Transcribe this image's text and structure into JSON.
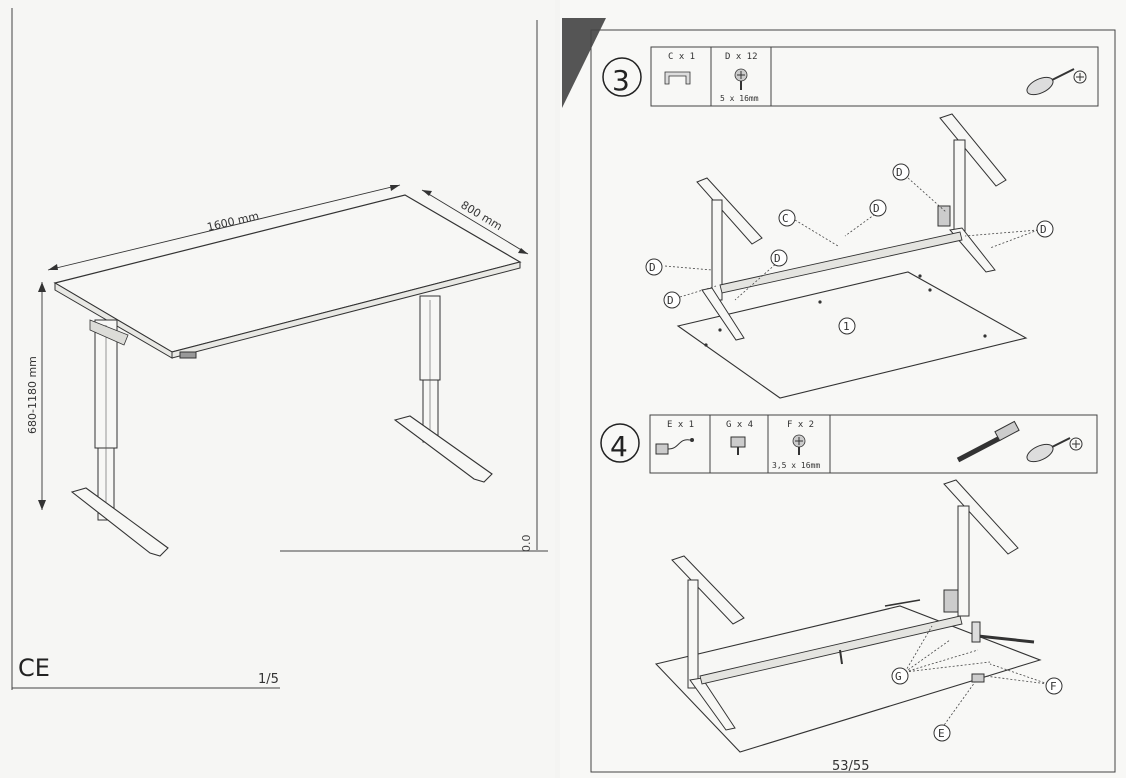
{
  "left_page": {
    "dims": {
      "width": "1600 mm",
      "depth": "800 mm",
      "height": "680-1180 mm"
    },
    "ce_mark": "CE",
    "edge_text": "0.0",
    "page_number": "1/5"
  },
  "right_page": {
    "steps": [
      {
        "number": "3",
        "parts": [
          {
            "label": "C x 1",
            "size": ""
          },
          {
            "label": "D x 12",
            "size": "5 x 16mm"
          }
        ],
        "callouts": {
          "C": "C",
          "D": "D",
          "one": "1"
        }
      },
      {
        "number": "4",
        "parts": [
          {
            "label": "E x 1",
            "size": ""
          },
          {
            "label": "G x 4",
            "size": ""
          },
          {
            "label": "F x 2",
            "size": "3,5 x 16mm"
          }
        ],
        "callouts": {
          "E": "E",
          "F": "F",
          "G": "G"
        }
      }
    ],
    "page_number": "53/55"
  }
}
